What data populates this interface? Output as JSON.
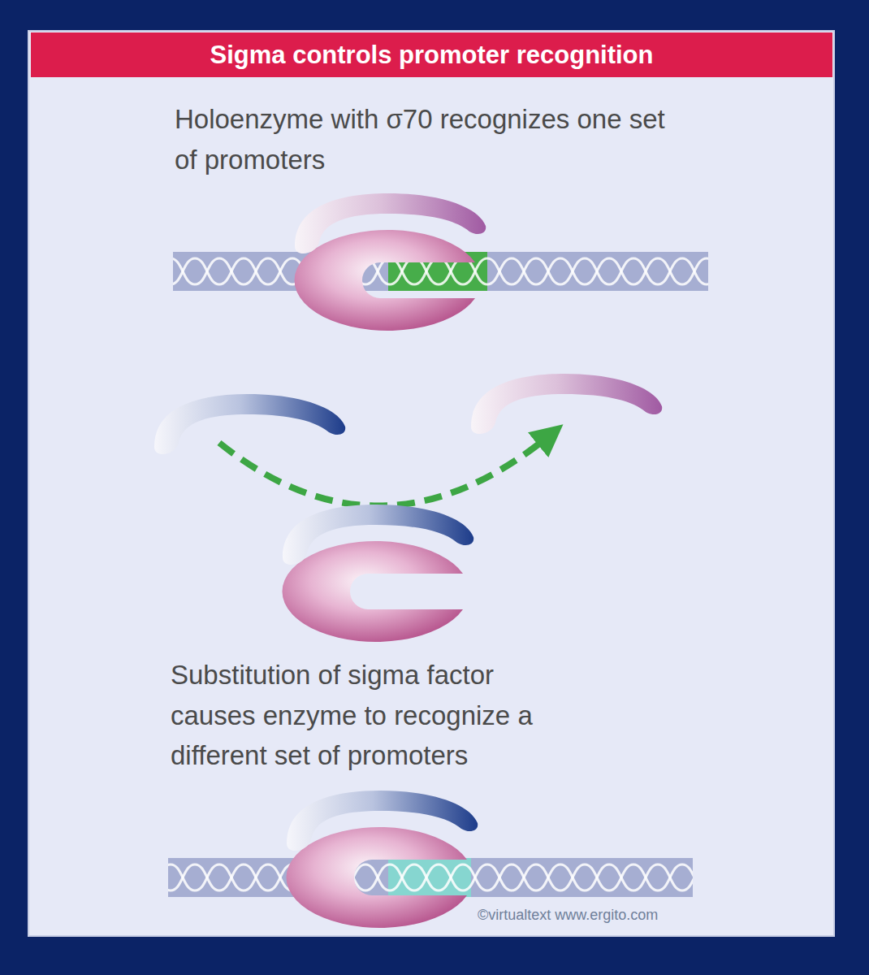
{
  "diagram": {
    "title": "Sigma controls promoter recognition",
    "labels": [
      "Holoenzyme with σ70 recognizes one set of promoters",
      "Substitution of sigma factor causes enzyme to recognize a different set of promoters",
      "©virtualtext www.ergito.com"
    ]
  }
}
